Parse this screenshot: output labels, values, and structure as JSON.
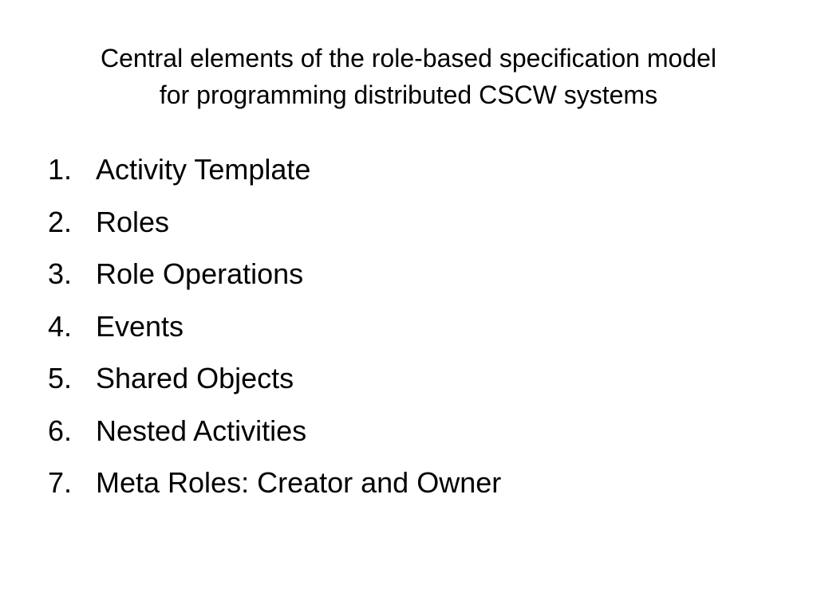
{
  "slide": {
    "title_lines": [
      "Central elements of the role-based specification model",
      "for programming distributed CSCW systems"
    ],
    "items": [
      {
        "number": "1.",
        "label": "Activity Template"
      },
      {
        "number": "2.",
        "label": "Roles"
      },
      {
        "number": "3.",
        "label": "Role Operations"
      },
      {
        "number": "4.",
        "label": "Events"
      },
      {
        "number": "5.",
        "label": "Shared Objects"
      },
      {
        "number": "6.",
        "label": "Nested Activities"
      },
      {
        "number": "7.",
        "label": "Meta Roles: Creator and Owner"
      }
    ]
  }
}
